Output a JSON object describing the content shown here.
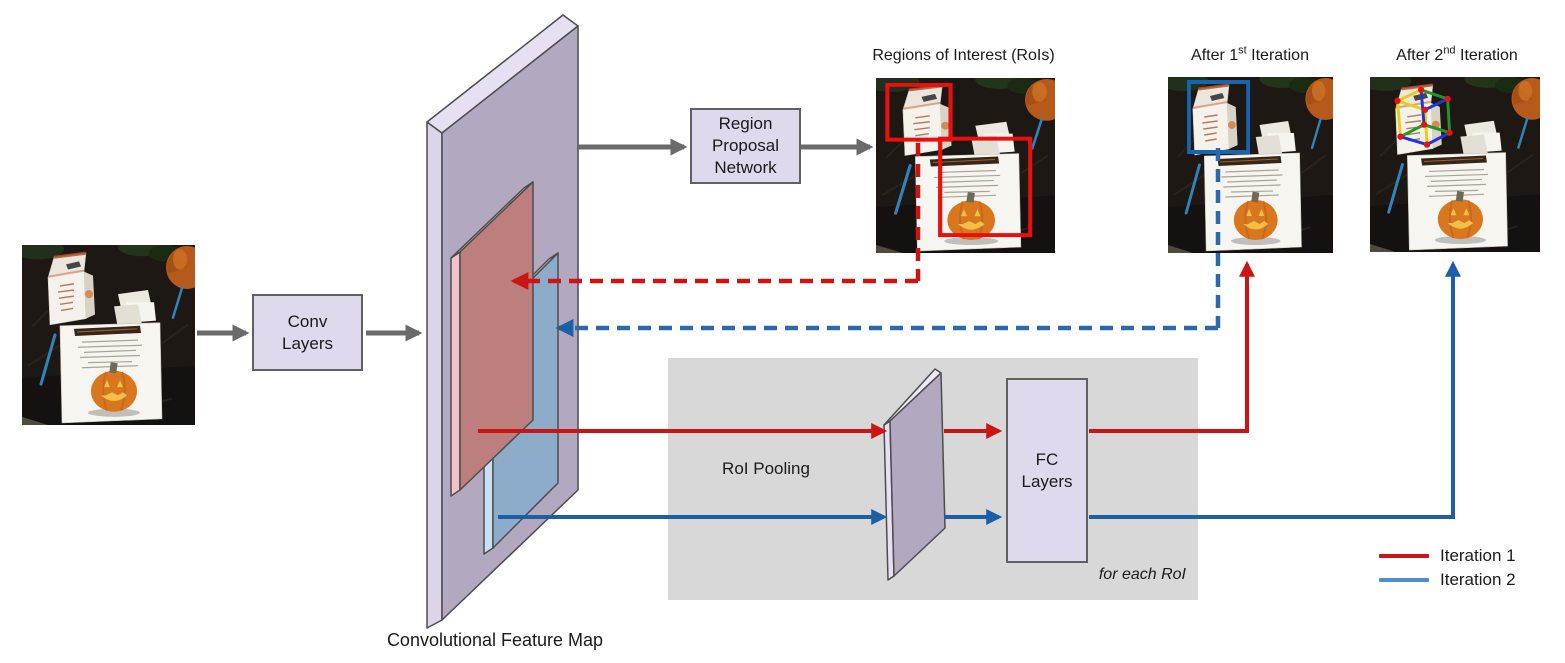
{
  "labels": {
    "rois_title": "Regions of Interest (RoIs)",
    "after1_title": {
      "pre": "After 1",
      "sup": "st",
      "post": " Iteration"
    },
    "after2_title": {
      "pre": "After 2",
      "sup": "nd",
      "post": " Iteration"
    },
    "feature_map": "Convolutional Feature Map",
    "roi_pooling": "RoI Pooling",
    "for_each_roi": "for each RoI"
  },
  "nodes": {
    "conv": {
      "lines": [
        "Conv",
        "Layers"
      ]
    },
    "rpn": {
      "lines": [
        "Region",
        "Proposal",
        "Network"
      ]
    },
    "fc": {
      "lines": [
        "FC",
        "Layers"
      ]
    }
  },
  "legend": {
    "items": [
      {
        "label": "Iteration 1",
        "color": "#cc1414"
      },
      {
        "label": "Iteration 2",
        "color": "#4a8fd3"
      }
    ]
  },
  "colors": {
    "iteration1_red": "#cc1414",
    "iteration2_blue_solid": "#1d5fa6",
    "legend_blue": "#4a8fd3",
    "gray_arrow": "#6a6a6a",
    "node_fill": "#ded9ec",
    "node_border": "#606060",
    "feature_map_front": "#b2a8c0",
    "feature_map_edge": "#dcd5ea",
    "roi1_panel_red": "#bd7e7e",
    "roi2_panel_blue": "#8cacca",
    "roi_pooling_bg": "#d8d8d8",
    "rois_box_red": "#e80f0f",
    "after1_box_blue": "#1565b0",
    "cube_yellow": "#e6cf1a",
    "cube_green": "#1f9627",
    "cube_blue": "#2135d6"
  }
}
